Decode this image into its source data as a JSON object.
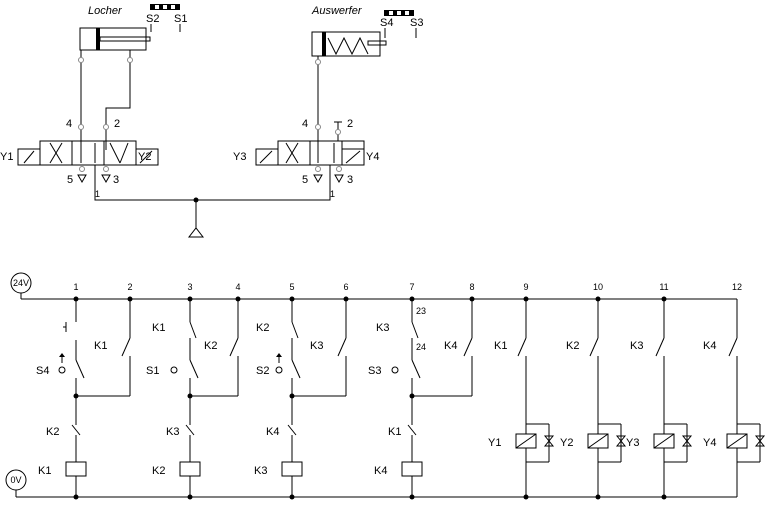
{
  "pneumatic": {
    "cyl1_name": "Locher",
    "cyl2_name": "Auswerfer",
    "cyl1_sensors": [
      "S2",
      "S1"
    ],
    "cyl2_sensors": [
      "S4",
      "S3"
    ],
    "port_4": "4",
    "port_2": "2",
    "port_5": "5",
    "port_3": "3",
    "port_1": "1",
    "valve1_left": "Y1",
    "valve1_right": "Y2",
    "valve2_left": "Y3",
    "valve2_right": "Y4"
  },
  "electrical": {
    "supply_top": "24V",
    "supply_bottom": "0V",
    "columns": [
      "1",
      "2",
      "3",
      "4",
      "5",
      "6",
      "7",
      "8",
      "9",
      "10",
      "11",
      "12"
    ],
    "contacts": {
      "c1_top": "S4",
      "c1_rel": "K1",
      "c2_rel": "K1",
      "c2_sw": "S1",
      "c4_rel": "K2",
      "c5_rel": "K2",
      "c5_sw": "S2",
      "c6_rel": "K3",
      "c7_rel": "K3",
      "c7_sw": "S3",
      "c7_t1": "23",
      "c7_t2": "24",
      "c8_rel": "K4",
      "c9_rel": "K1",
      "c10_rel": "K2",
      "c11_rel": "K3",
      "c12_rel": "K4",
      "nc1": "K2",
      "nc3": "K3",
      "nc5": "K4",
      "nc7": "K1"
    },
    "coils": [
      "K1",
      "K2",
      "K3",
      "K4"
    ],
    "solenoids": [
      "Y1",
      "Y2",
      "Y3",
      "Y4"
    ]
  }
}
